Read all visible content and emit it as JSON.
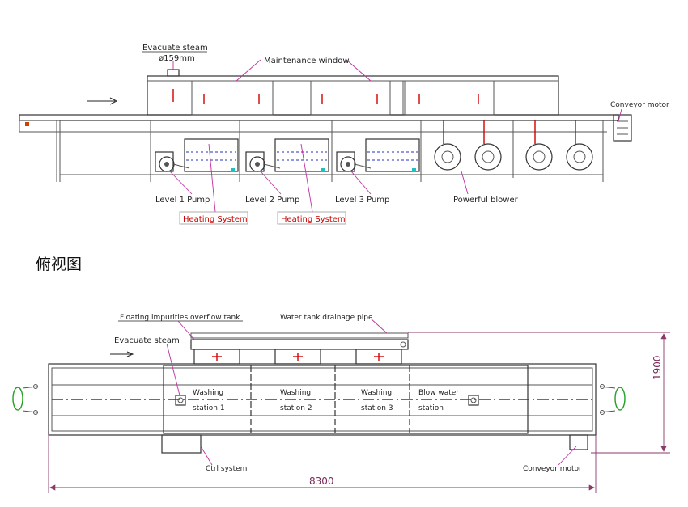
{
  "side_view": {
    "evacuate_steam": "Evacuate steam",
    "pipe_size": "ø159mm",
    "maintenance_window": "Maintenance window",
    "conveyor_motor": "Conveyor motor",
    "level1_pump": "Level 1 Pump",
    "level2_pump": "Level 2 Pump",
    "level3_pump": "Level 3 Pump",
    "powerful_blower": "Powerful blower",
    "heating_system_1": "Heating System",
    "heating_system_2": "Heating System"
  },
  "top_view_title": "俯视图",
  "top_view": {
    "floating_tank": "Floating impurities overflow tank",
    "drainage_pipe": "Water tank drainage pipe",
    "evacuate_steam": "Evacuate steam",
    "station1_a": "Washing",
    "station1_b": "station 1",
    "station2_a": "Washing",
    "station2_b": "station 2",
    "station3_a": "Washing",
    "station3_b": "station 3",
    "station4_a": "Blow water",
    "station4_b": "station",
    "ctrl_system": "Ctrl system",
    "conveyor_motor": "Conveyor motor",
    "dim_length": "8300",
    "dim_width": "1900"
  }
}
